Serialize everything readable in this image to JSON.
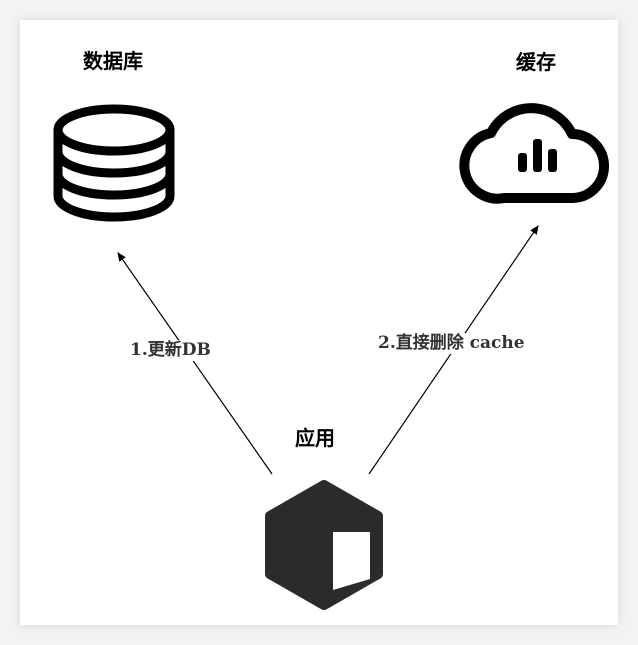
{
  "nodes": {
    "database": {
      "label": "数据库",
      "icon": "database-icon"
    },
    "cache": {
      "label": "缓存",
      "icon": "cloud-chart-icon"
    },
    "app": {
      "label": "应用",
      "icon": "cube-icon"
    }
  },
  "edges": [
    {
      "from": "app",
      "to": "database",
      "label": "1.更新DB"
    },
    {
      "from": "app",
      "to": "cache",
      "label": "2.直接删除 cache"
    }
  ],
  "colors": {
    "background": "#f3f3f3",
    "card": "#ffffff",
    "stroke": "#000000",
    "cube_dark": "#2b2b2b",
    "cube_light": "#ffffff"
  }
}
